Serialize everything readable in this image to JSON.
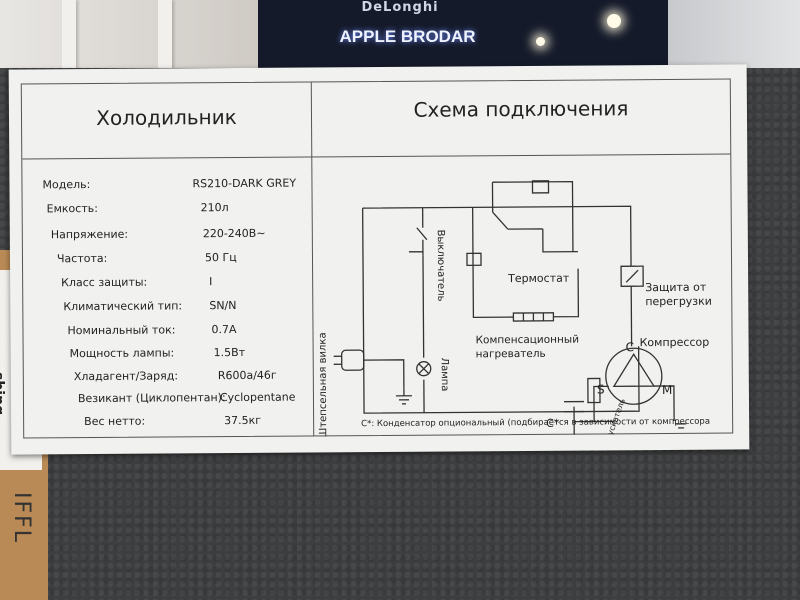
{
  "background": {
    "store_sign_top": "DeLonghi",
    "store_sign": "APPLE BRODAR",
    "box_text_1": "shing",
    "box_text_2": "IFFL"
  },
  "label": {
    "left_title": "Холодильник",
    "right_title": "Схема подключения",
    "specs": [
      {
        "key": "Модель:",
        "value": "RS210-DARK GREY"
      },
      {
        "key": "Емкость:",
        "value": "210л"
      },
      {
        "key": "Напряжение:",
        "value": "220-240В~"
      },
      {
        "key": "Частота:",
        "value": "50 Гц"
      },
      {
        "key": "Класс защиты:",
        "value": "I"
      },
      {
        "key": "Климатический тип:",
        "value": "SN/N"
      },
      {
        "key": "Номинальный ток:",
        "value": "0.7A"
      },
      {
        "key": "Мощность лампы:",
        "value": "1.5Вт"
      },
      {
        "key": "Хладагент/Заряд:",
        "value": "R600a/46г"
      },
      {
        "key": "Везикант (Циклопентан):",
        "value": "Cyclopentane"
      },
      {
        "key": "Вес нетто:",
        "value": "37.5кг"
      }
    ],
    "diagram": {
      "thermostat": "Термостат",
      "overload_protection_line1": "Защита от",
      "overload_protection_line2": "перегрузки",
      "switch": "Выключатель",
      "heater_line1": "Компенсационный",
      "heater_line2": "нагреватель",
      "compressor": "Компрессор",
      "pin_c": "C",
      "pin_s": "S",
      "pin_m": "M",
      "plug": "Штепсельная вилка",
      "lamp": "Лампа",
      "starter": "Пускатель",
      "capacitor": "C*",
      "footnote": "C*: Конденсатор опциональный (подбирается в зависимости от компрессора"
    }
  },
  "colors": {
    "label_bg": "#f1f1ef",
    "ink": "#222222",
    "fridge_body": "#3d3e3f"
  }
}
